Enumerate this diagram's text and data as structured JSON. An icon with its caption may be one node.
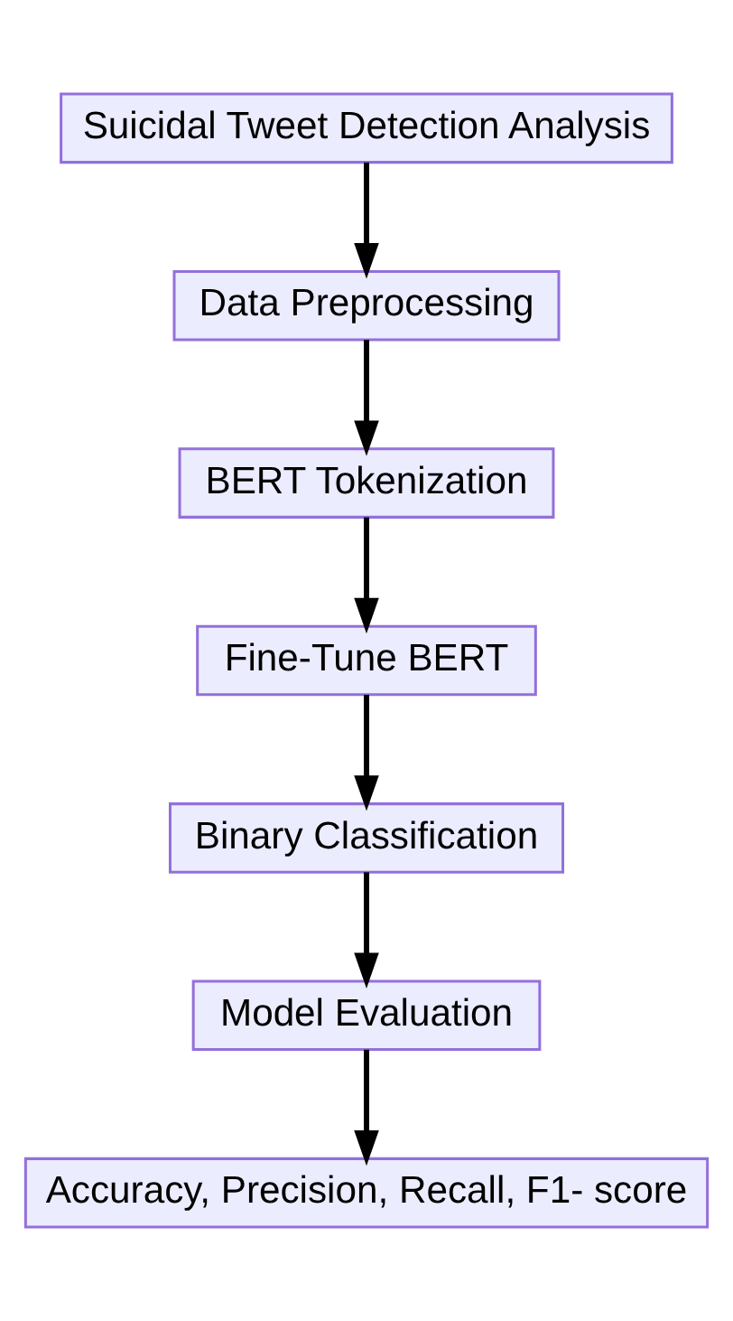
{
  "diagram": {
    "nodes": [
      {
        "text": [
          "Suicidal Tweet Detection Analysis"
        ]
      },
      {
        "text": [
          "Data Preprocessing"
        ]
      },
      {
        "text": [
          "BERT Tokenization"
        ]
      },
      {
        "text": [
          "Fine-Tune BERT"
        ]
      },
      {
        "text": [
          "Binary Classification"
        ]
      },
      {
        "text": [
          "Model Evaluation"
        ]
      },
      {
        "text": [
          "Accuracy, Precision, Recall, F1- score"
        ]
      }
    ],
    "edges": [
      {
        "from": 0,
        "to": 1,
        "arrow": "to"
      },
      {
        "from": 1,
        "to": 2,
        "arrow": "to"
      },
      {
        "from": 2,
        "to": 3,
        "arrow": "to"
      },
      {
        "from": 3,
        "to": 4,
        "arrow": "to"
      },
      {
        "from": 4,
        "to": 5,
        "arrow": "to"
      },
      {
        "from": 5,
        "to": 6,
        "arrow": "to"
      }
    ]
  }
}
